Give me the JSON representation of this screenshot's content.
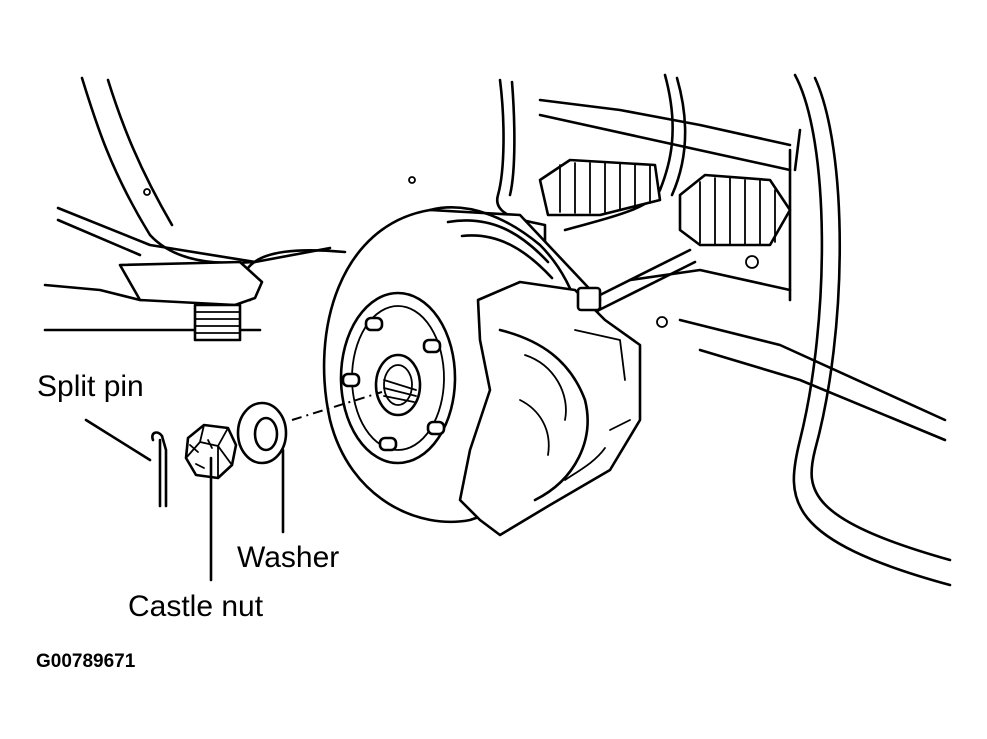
{
  "labels": {
    "split_pin": "Split pin",
    "castle_nut": "Castle nut",
    "washer": "Washer",
    "figure_code": "G00789671"
  },
  "colors": {
    "line": "#000000",
    "background": "#ffffff"
  }
}
